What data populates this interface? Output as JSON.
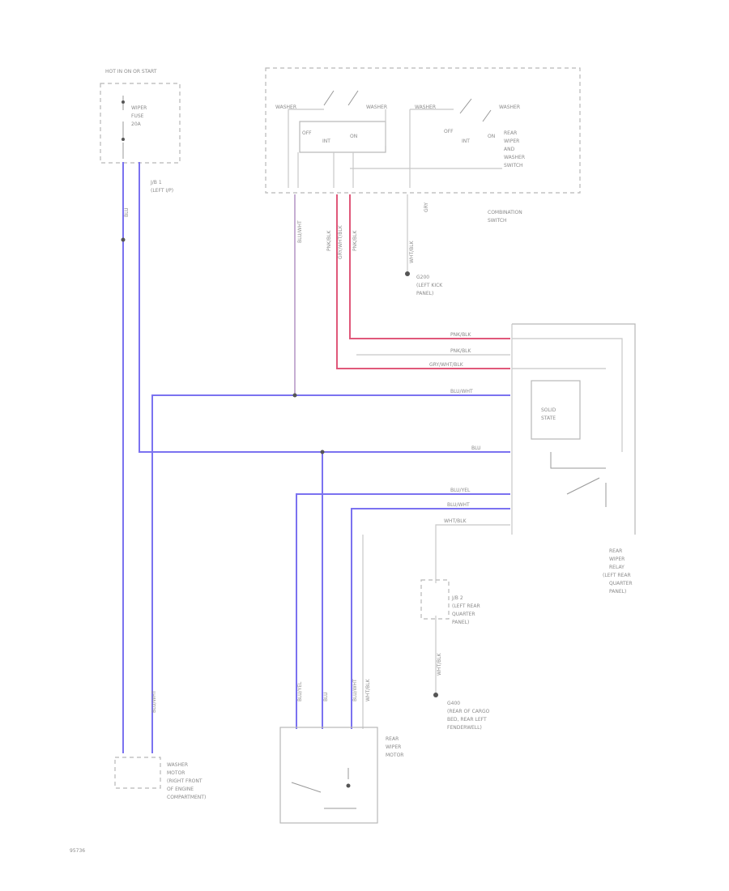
{
  "diagram": {
    "fuse_box": {
      "header": "HOT IN ON OR START",
      "fuse": [
        "WIPER",
        "FUSE",
        "20A"
      ]
    },
    "ground_j1": [
      "J/B 1",
      "(LEFT I/P)"
    ],
    "combination_switch": {
      "label": [
        "COMBINATION",
        "SWITCH"
      ],
      "front_positions": {
        "washer": "WASHER",
        "off": "OFF",
        "int": "INT",
        "on": "ON",
        "washer2": "WASHER"
      },
      "rear_positions": {
        "washer": "WASHER",
        "off": "OFF",
        "int": "INT",
        "on": "ON",
        "washer2": "WASHER"
      },
      "rear_switch_label": [
        "REAR",
        "WIPER",
        "AND",
        "WASHER",
        "SWITCH"
      ],
      "wires": [
        "BLU/WHT",
        "PNK/BLK",
        "GRY/WHT/BLK",
        "PNK/BLK",
        "WHT/BLK",
        "GRY"
      ]
    },
    "ground_g200": [
      "G200",
      "(LEFT KICK",
      "PANEL)"
    ],
    "relay": {
      "wires_in": [
        "PNK/BLK",
        "PNK/BLK",
        "GRY/WHT/BLK",
        "BLU/WHT",
        "BLU",
        "BLU/YEL",
        "BLU/WHT",
        "WHT/BLK"
      ],
      "inner": [
        "SOLID",
        "STATE"
      ],
      "label": [
        "REAR",
        "WIPER",
        "RELAY",
        "(LEFT REAR",
        "QUARTER",
        "PANEL)"
      ]
    },
    "ground_j2": [
      "J/B 2",
      "(LEFT REAR",
      "QUARTER",
      "PANEL)"
    ],
    "ground_g400": [
      "G400",
      "(REAR OF CARGO",
      "BED, REAR LEFT",
      "FENDERWELL)"
    ],
    "g400_wire": "WHT/BLK",
    "washer_motor": {
      "wires": [
        "BLU",
        "BLU/WHT"
      ],
      "label": [
        "WASHER",
        "MOTOR",
        "(RIGHT FRONT",
        "OF ENGINE",
        "COMPARTMENT)"
      ]
    },
    "rear_motor": {
      "wires": [
        "BLU/YEL",
        "BLU",
        "BLU/WHT",
        "WHT/BLK"
      ],
      "label": [
        "REAR",
        "WIPER",
        "MOTOR"
      ],
      "pins": [
        "",
        "",
        "",
        ""
      ]
    },
    "footer_code": "95736"
  }
}
